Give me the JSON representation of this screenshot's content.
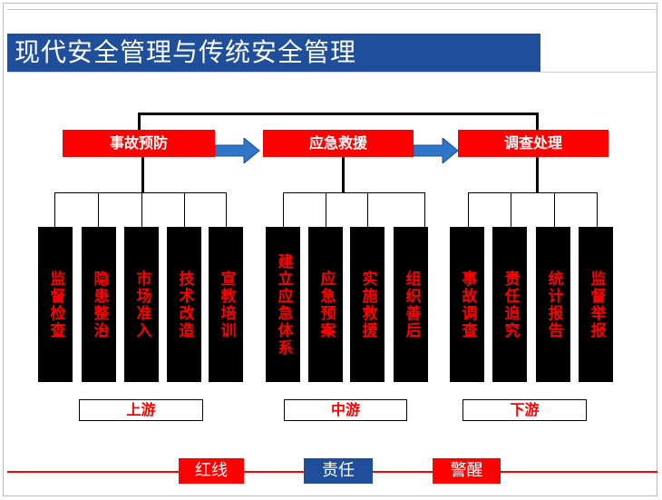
{
  "title": "现代安全管理与传统安全管理",
  "phases": [
    "事故预防",
    "应急救援",
    "调查处理"
  ],
  "groups": [
    [
      "监督检查",
      "隐患整治",
      "市场准入",
      "技术改造",
      "宣教培训"
    ],
    [
      "建立应急体系",
      "应急预案",
      "实施救援",
      "组织善后"
    ],
    [
      "事故调查",
      "责任追究",
      "统计报告",
      "监督举报"
    ]
  ],
  "stages": [
    "上游",
    "中游",
    "下游"
  ],
  "footer": {
    "tags": [
      "红线",
      "责任",
      "警醒"
    ],
    "tag_colors": [
      "#ff0000",
      "#1f4e9a",
      "#ff0000"
    ]
  },
  "colors": {
    "title_bg": "#1f4e9a",
    "phase_bg": "#ff0000",
    "box_bg": "#000000",
    "box_text": "#ff0000",
    "arrow_fill": "#2f75c8"
  }
}
